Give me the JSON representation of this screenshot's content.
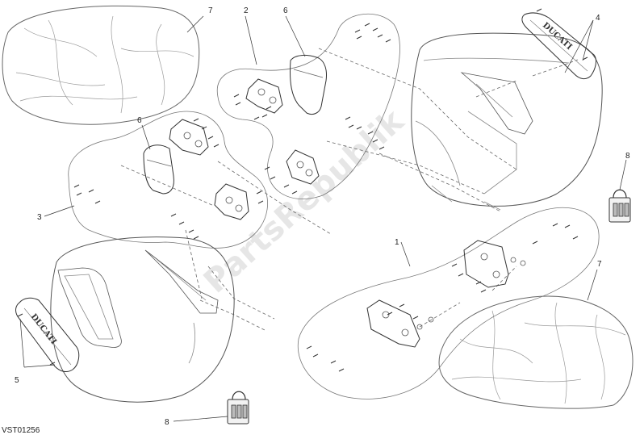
{
  "diagram": {
    "code": "VST01256",
    "watermark": "PartsRepublik",
    "brand_lettering": "DUCATI",
    "callouts": [
      {
        "id": "c1",
        "text": "1"
      },
      {
        "id": "c2",
        "text": "2"
      },
      {
        "id": "c3",
        "text": "3"
      },
      {
        "id": "c4",
        "text": "4"
      },
      {
        "id": "c5",
        "text": "5"
      },
      {
        "id": "c6a",
        "text": "6"
      },
      {
        "id": "c6b",
        "text": "6"
      },
      {
        "id": "c7a",
        "text": "7"
      },
      {
        "id": "c7b",
        "text": "7"
      },
      {
        "id": "c8a",
        "text": "8"
      },
      {
        "id": "c8b",
        "text": "8"
      }
    ]
  }
}
